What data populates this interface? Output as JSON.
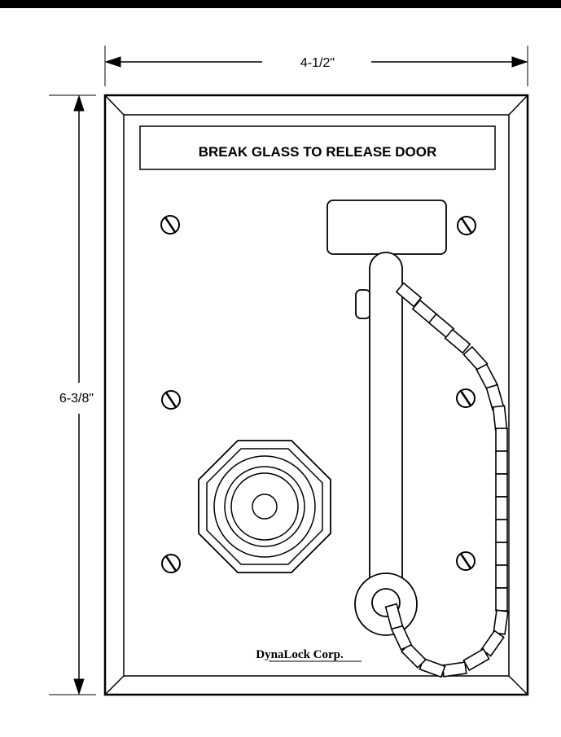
{
  "dimensions": {
    "width_label": "4-1/2\"",
    "height_label": "6-3/8\""
  },
  "plate": {
    "title": "BREAK GLASS TO RELEASE DOOR",
    "brand": "DynaLock Corp."
  }
}
